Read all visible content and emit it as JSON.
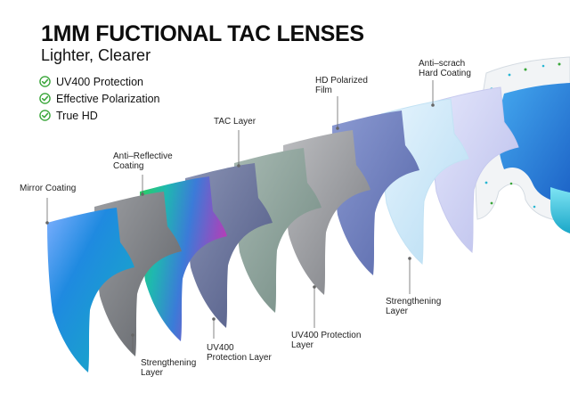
{
  "header": {
    "title": "1MM FUCTIONAL TAC LENSES",
    "subtitle": "Lighter, Clearer"
  },
  "features": [
    {
      "text": "UV400 Protection",
      "icon": "check-circle-icon"
    },
    {
      "text": "Effective Polarization",
      "icon": "check-circle-icon"
    },
    {
      "text": "True HD",
      "icon": "check-circle-icon"
    }
  ],
  "labels": {
    "mirror_coating": "Mirror Coating",
    "anti_reflective_1": "Anti–Reflective",
    "anti_reflective_2": "Coating",
    "tac_layer": "TAC Layer",
    "hd_polarized_1": "HD Polarized",
    "hd_polarized_2": "Film",
    "anti_scratch_1": "Anti–scrach",
    "anti_scratch_2": "Hard Coating",
    "strengthening_bottom_1": "Strengthening",
    "strengthening_bottom_2": "Layer",
    "uv400_left_1": "UV400",
    "uv400_left_2": "Protection Layer",
    "uv400_mid_1": "UV400 Protection",
    "uv400_mid_2": "Layer",
    "strengthening_right_1": "Strengthening",
    "strengthening_right_2": "Layer"
  },
  "colors": {
    "check_green": "#3aa63a",
    "mirror_blue": "#1f8ae0",
    "frame_white": "#f2f4f6",
    "accent_teal": "#29b7d3"
  }
}
